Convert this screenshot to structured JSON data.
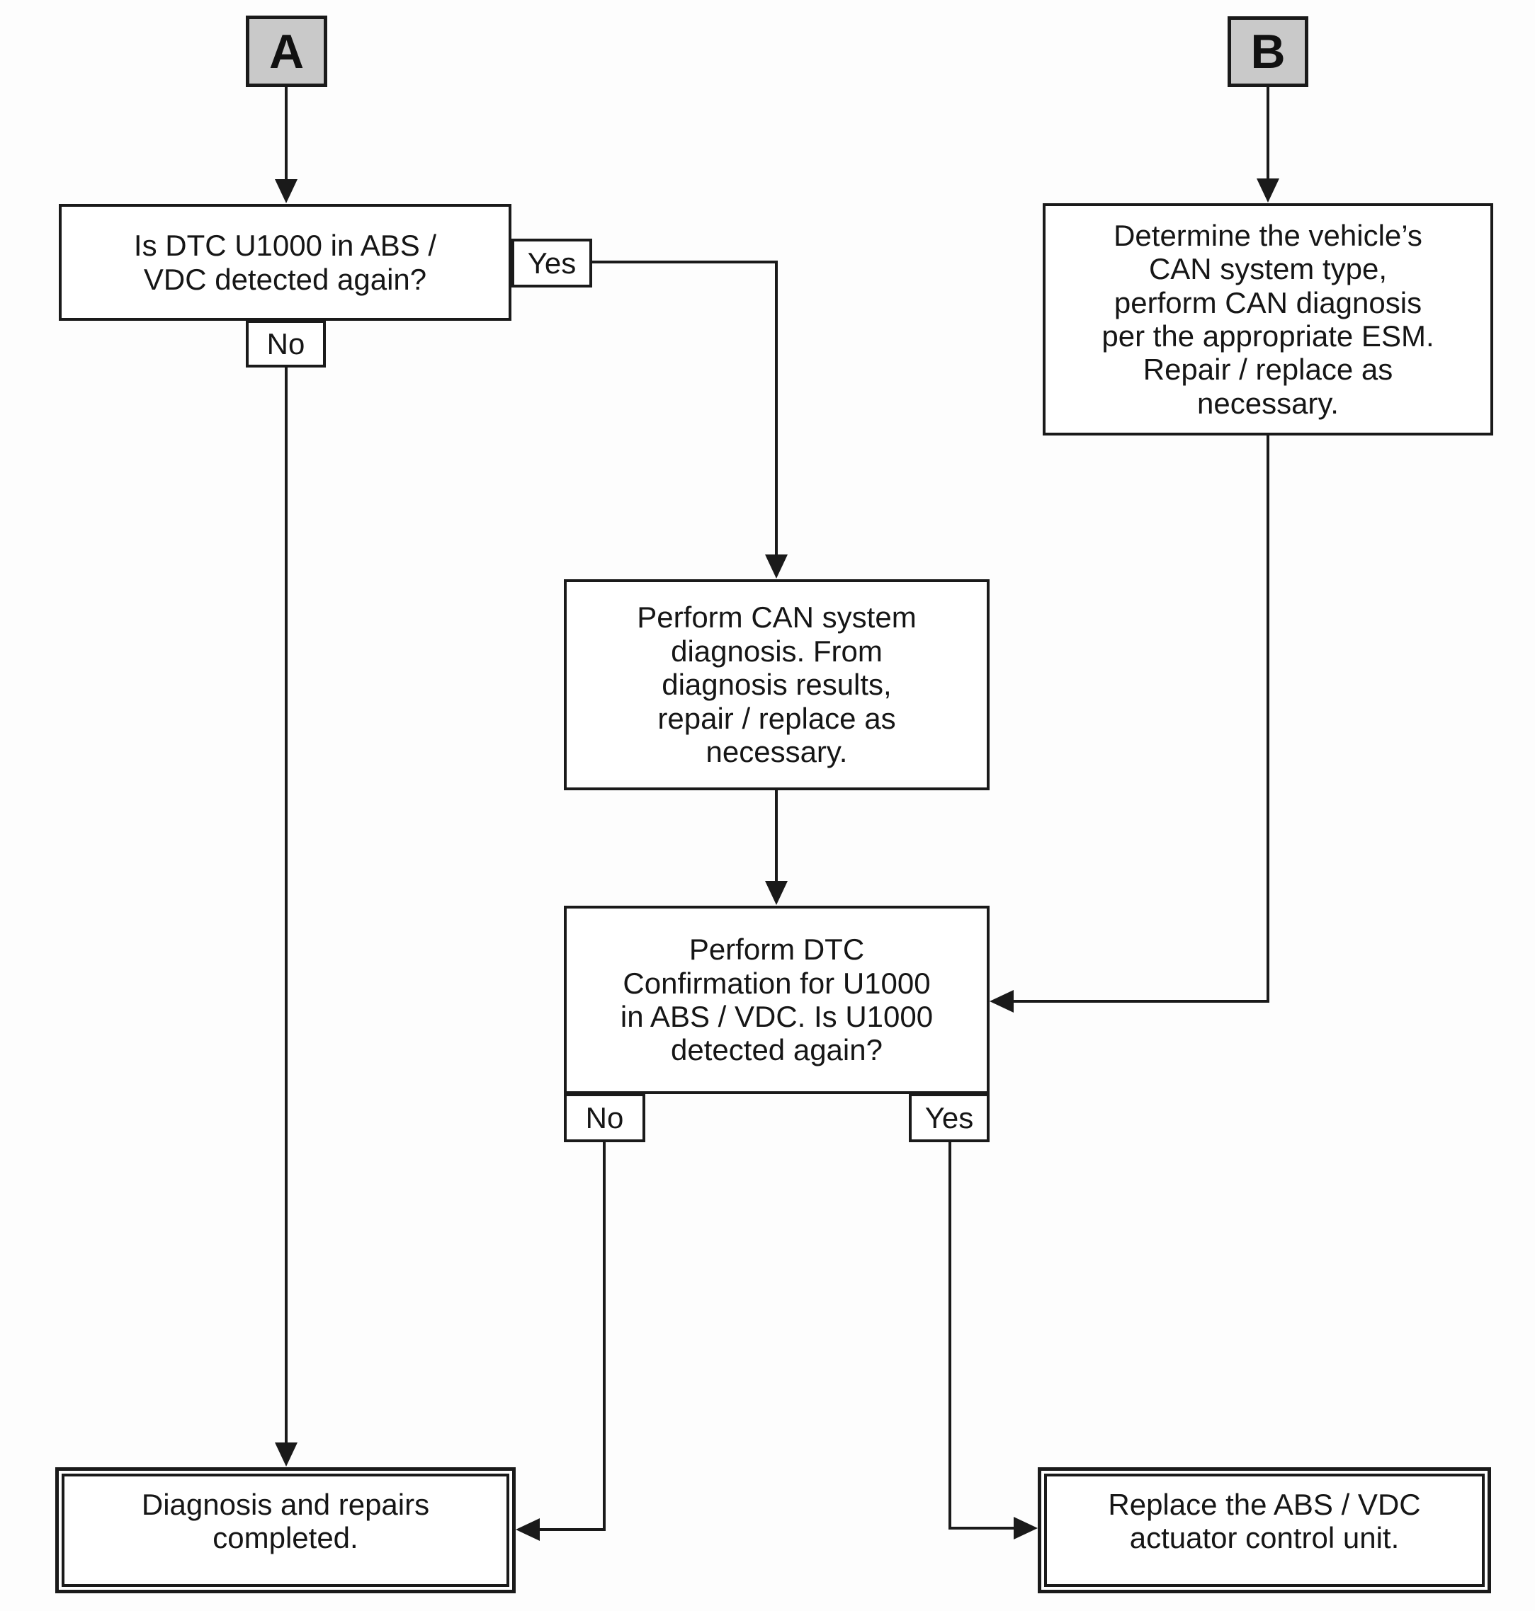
{
  "diagram": {
    "connector_a": "A",
    "connector_b": "B",
    "question1": "Is DTC U1000 in ABS /\nVDC detected again?",
    "question1_yes": "Yes",
    "question1_no": "No",
    "can_diagnosis": "Perform CAN system\ndiagnosis. From\ndiagnosis results,\nrepair / replace as\nnecessary.",
    "dtc_confirmation": "Perform DTC\nConfirmation for U1000\nin ABS / VDC. Is U1000\ndetected again?",
    "dtc_confirmation_no": "No",
    "dtc_confirmation_yes": "Yes",
    "determine_can": "Determine the vehicle’s\nCAN system type,\nperform CAN diagnosis\nper the appropriate ESM.\nRepair / replace as\nnecessary.",
    "completed": "Diagnosis and repairs\ncompleted.",
    "replace_unit": "Replace the ABS / VDC\nactuator control unit.",
    "colors": {
      "line": "#1a1a1a",
      "connector_fill": "#c9c9c9",
      "node_fill": "#ffffff",
      "background": "#fdfdfd"
    }
  }
}
